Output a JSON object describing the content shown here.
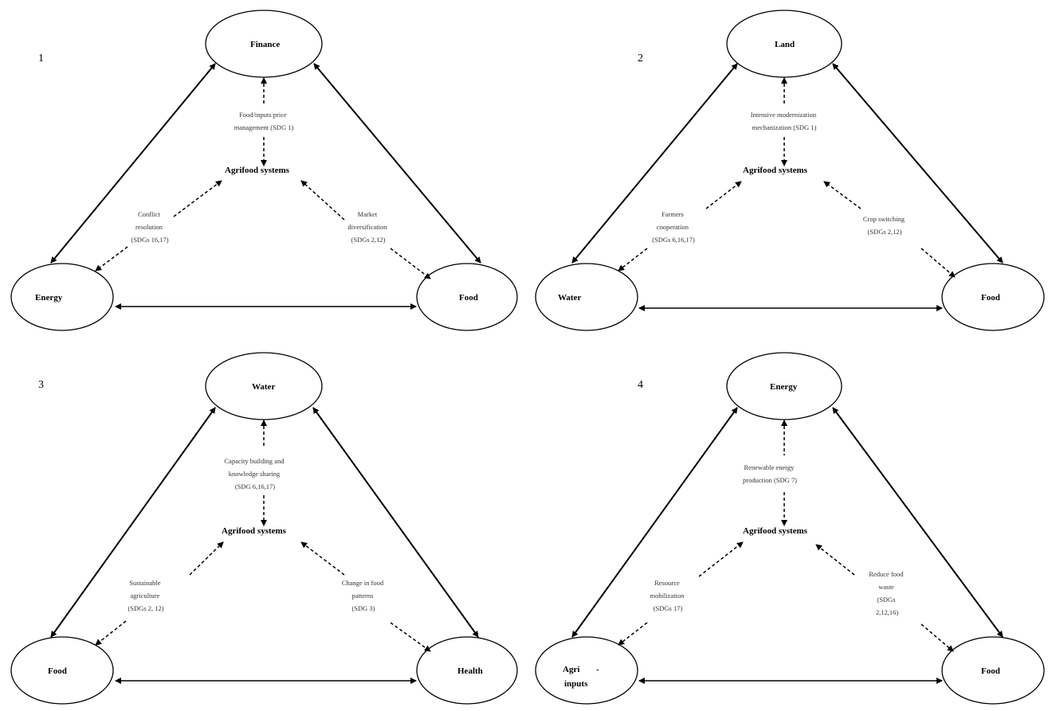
{
  "panels": [
    {
      "number": "1",
      "top": "Finance",
      "left": "Energy",
      "right": "Food",
      "center": "Agrifood systems",
      "top_label": [
        "Food/inputs price",
        "management (SDG 1)"
      ],
      "left_label": [
        "Conflict",
        "resolution",
        "(SDGs 16,17)"
      ],
      "right_label": [
        "Market",
        "diversification",
        "(SDGs 2,12)"
      ]
    },
    {
      "number": "2",
      "top": "Land",
      "left": "Water",
      "right": "Food",
      "center": "Agrifood systems",
      "top_label": [
        "Intensive modernization",
        "mechanization (SDG 1)"
      ],
      "left_label": [
        "Farmers",
        "cooperation",
        "(SDGs 6,16,17)"
      ],
      "right_label": [
        "Crop switching",
        "(SDGs 2,12)"
      ]
    },
    {
      "number": "3",
      "top": "Water",
      "left": "Food",
      "right": "Health",
      "center": "Agrifood systems",
      "top_label": [
        "Capacity building and",
        "knowledge sharing",
        "(SDG 6,16,17)"
      ],
      "left_label": [
        "Sustainable",
        "agriculture",
        "(SDGs 2, 12)"
      ],
      "right_label": [
        "Change in food",
        "patterns",
        "(SDG 3)"
      ]
    },
    {
      "number": "4",
      "top": "Energy",
      "left": [
        "Agri",
        "-",
        "inputs"
      ],
      "right": "Food",
      "center": "Agrifood systems",
      "top_label": [
        "Renewable energy",
        "production (SDG 7)"
      ],
      "left_label": [
        "Resource",
        "mobilization",
        "(SDGs 17)"
      ],
      "right_label": [
        "Reduce food",
        "waste",
        "(SDGs",
        "2,12,16)"
      ]
    }
  ]
}
